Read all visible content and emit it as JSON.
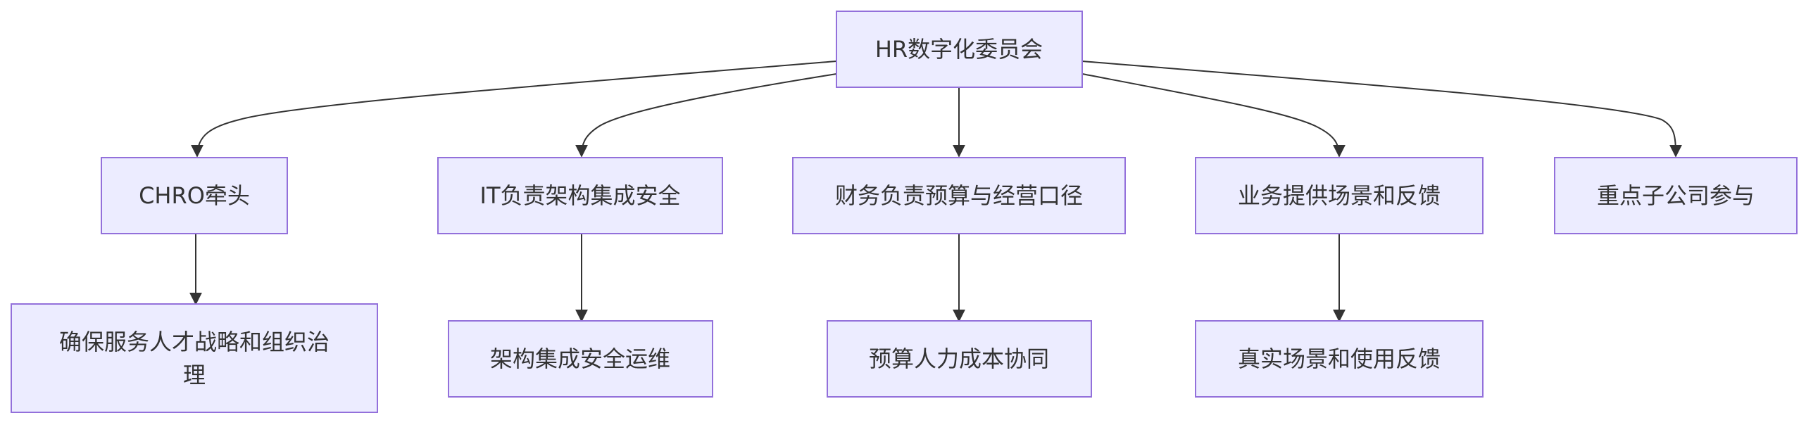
{
  "diagram": {
    "nodes": [
      {
        "id": "committee",
        "lines": [
          "HR数字化委员会"
        ]
      },
      {
        "id": "chro",
        "lines": [
          "CHRO牵头"
        ]
      },
      {
        "id": "it",
        "lines": [
          "IT负责架构集成安全"
        ]
      },
      {
        "id": "finance",
        "lines": [
          "财务负责预算与经营口径"
        ]
      },
      {
        "id": "business",
        "lines": [
          "业务提供场景和反馈"
        ]
      },
      {
        "id": "subsidiary",
        "lines": [
          "重点子公司参与"
        ]
      },
      {
        "id": "chro-detail",
        "lines": [
          "确保服务人才战略和组织治",
          "理"
        ]
      },
      {
        "id": "it-detail",
        "lines": [
          "架构集成安全运维"
        ]
      },
      {
        "id": "finance-detail",
        "lines": [
          "预算人力成本协同"
        ]
      },
      {
        "id": "business-detail",
        "lines": [
          "真实场景和使用反馈"
        ]
      }
    ],
    "edges": [
      {
        "from": "committee",
        "to": "chro"
      },
      {
        "from": "committee",
        "to": "it"
      },
      {
        "from": "committee",
        "to": "finance"
      },
      {
        "from": "committee",
        "to": "business"
      },
      {
        "from": "committee",
        "to": "subsidiary"
      },
      {
        "from": "chro",
        "to": "chro-detail"
      },
      {
        "from": "it",
        "to": "it-detail"
      },
      {
        "from": "finance",
        "to": "finance-detail"
      },
      {
        "from": "business",
        "to": "business-detail"
      }
    ]
  }
}
